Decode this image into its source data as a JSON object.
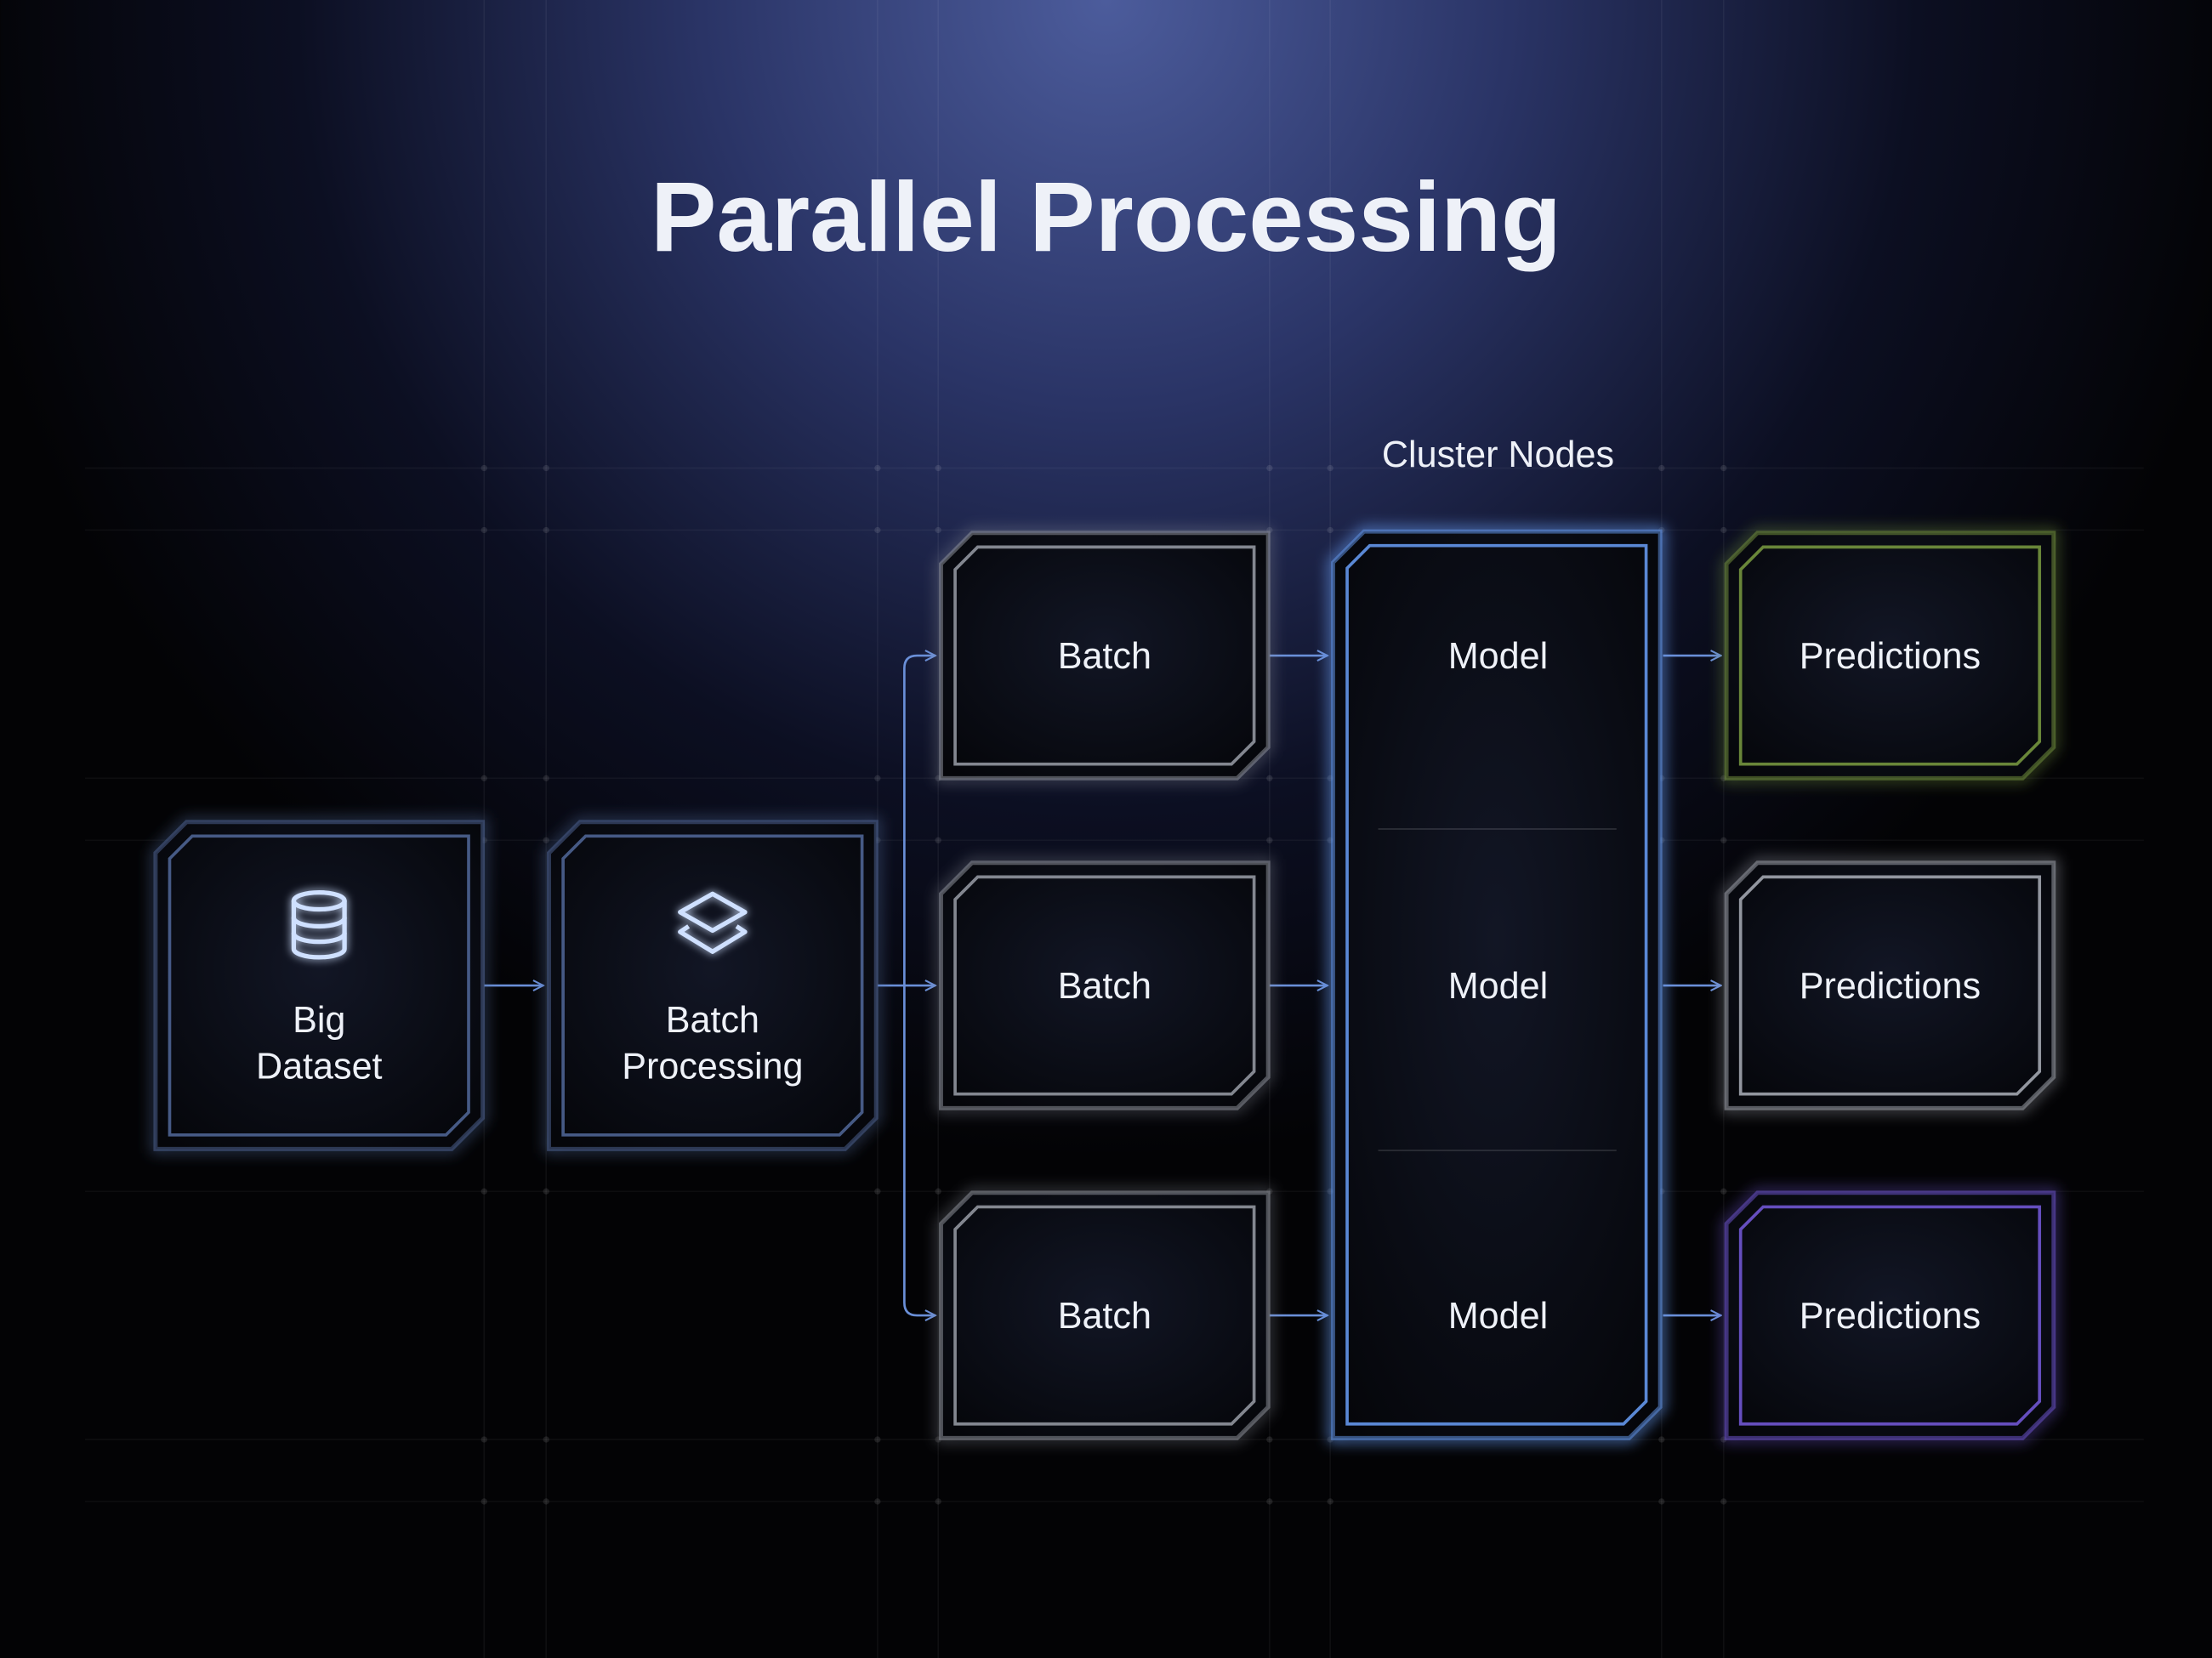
{
  "title": "Parallel Processing",
  "cluster_label": "Cluster Nodes",
  "colors": {
    "background": "#030305",
    "glow": "#4a5a9a",
    "flow_arrow": "#6a8fd8",
    "input_border": "#4a5f8c",
    "batch_border": "#8a8e98",
    "cluster_border": "#5f8fe0",
    "pred_green": "#6f8d3c",
    "pred_gray": "#9a9ea8",
    "pred_purple": "#6a52c8",
    "icon": "#cfe0ff"
  },
  "nodes": {
    "dataset": {
      "icon": "database-icon",
      "lines": [
        "Big",
        "Dataset"
      ]
    },
    "batcher": {
      "icon": "layers-icon",
      "lines": [
        "Batch",
        "Processing"
      ]
    },
    "batches": [
      "Batch",
      "Batch",
      "Batch"
    ],
    "models": [
      "Model",
      "Model",
      "Model"
    ],
    "predictions": [
      {
        "label": "Predictions",
        "accent": "green"
      },
      {
        "label": "Predictions",
        "accent": "gray"
      },
      {
        "label": "Predictions",
        "accent": "purple"
      }
    ]
  }
}
